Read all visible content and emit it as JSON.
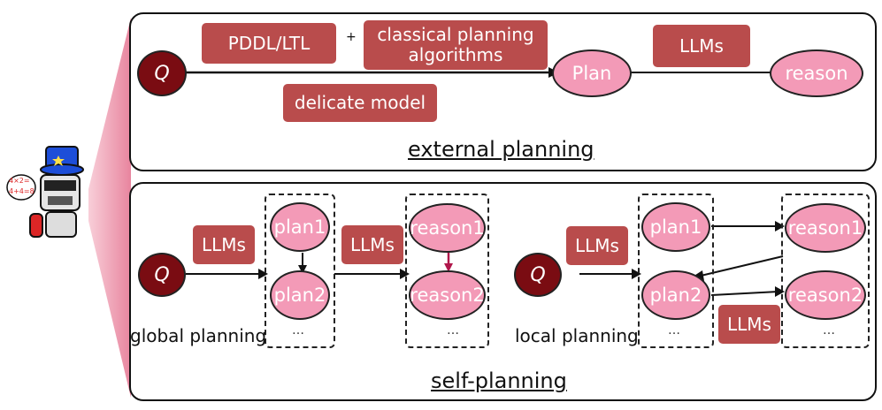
{
  "external": {
    "q": "Q",
    "pddl": "PDDL/LTL",
    "plus": "+",
    "classical": "classical planning algorithms",
    "delicate": "delicate model",
    "plan": "Plan",
    "llms": "LLMs",
    "reason": "reason",
    "title": "external planning"
  },
  "global": {
    "q": "Q",
    "llms1": "LLMs",
    "plan1": "plan1",
    "plan2": "plan2",
    "dots1": "…",
    "llms2": "LLMs",
    "reason1": "reason1",
    "reason2": "reason2",
    "dots2": "…",
    "label": "global planning"
  },
  "local": {
    "q": "Q",
    "llms1": "LLMs",
    "plan1": "plan1",
    "plan2": "plan2",
    "dots1": "…",
    "llms2": "LLMs",
    "reason1": "reason1",
    "reason2": "reason2",
    "dots2": "…",
    "label": "local planning"
  },
  "self_title": "self-planning",
  "mascot": {
    "note1": "4×2=",
    "note2": "4+4=8"
  },
  "colors": {
    "box": "#b94c4c",
    "plan_node": "#f39ab7",
    "query_node": "#7a0c12",
    "funnel": "#f4b4c4"
  }
}
